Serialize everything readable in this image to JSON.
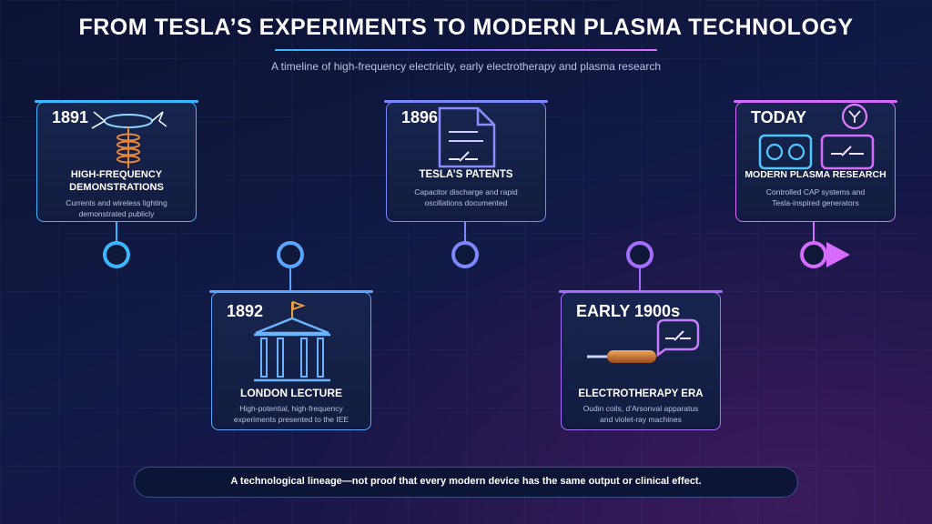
{
  "header": {
    "title": "FROM TESLA’S EXPERIMENTS TO MODERN PLASMA TECHNOLOGY",
    "subtitle": "A timeline of high-frequency electricity, early electrotherapy and plasma research"
  },
  "milestones": [
    {
      "year": "1891",
      "heading_line1": "HIGH-FREQUENCY",
      "heading_line2": "DEMONSTRATIONS",
      "desc_line1": "Currents and wireless lighting",
      "desc_line2": "demonstrated publicly",
      "icon": "tesla-coil-icon",
      "color": "#3ab8ff"
    },
    {
      "year": "1892",
      "heading": "LONDON LECTURE",
      "desc_line1": "High-potential, high-frequency",
      "desc_line2": "experiments presented to the IEE",
      "icon": "lecture-hall-icon",
      "color": "#5aa6ff"
    },
    {
      "year": "1896",
      "heading": "TESLA’S PATENTS",
      "desc_line1": "Capacitor discharge and rapid",
      "desc_line2": "oscillations documented",
      "icon": "patent-document-icon",
      "color": "#7c86ff"
    },
    {
      "year": "EARLY 1900s",
      "heading": "ELECTROTHERAPY ERA",
      "desc_line1": "Oudin coils, d’Arsonval apparatus",
      "desc_line2": "and violet-ray machines",
      "icon": "violet-ray-wand-icon",
      "color": "#a46cff"
    },
    {
      "year": "TODAY",
      "heading": "MODERN PLASMA RESEARCH",
      "desc_line1": "Controlled CAP systems and",
      "desc_line2": "Tesla-inspired generators",
      "icon": "plasma-device-icon",
      "color": "#d56bff"
    }
  ],
  "footer": {
    "note": "A technological lineage—not proof that every modern device has the same output or clinical effect."
  }
}
